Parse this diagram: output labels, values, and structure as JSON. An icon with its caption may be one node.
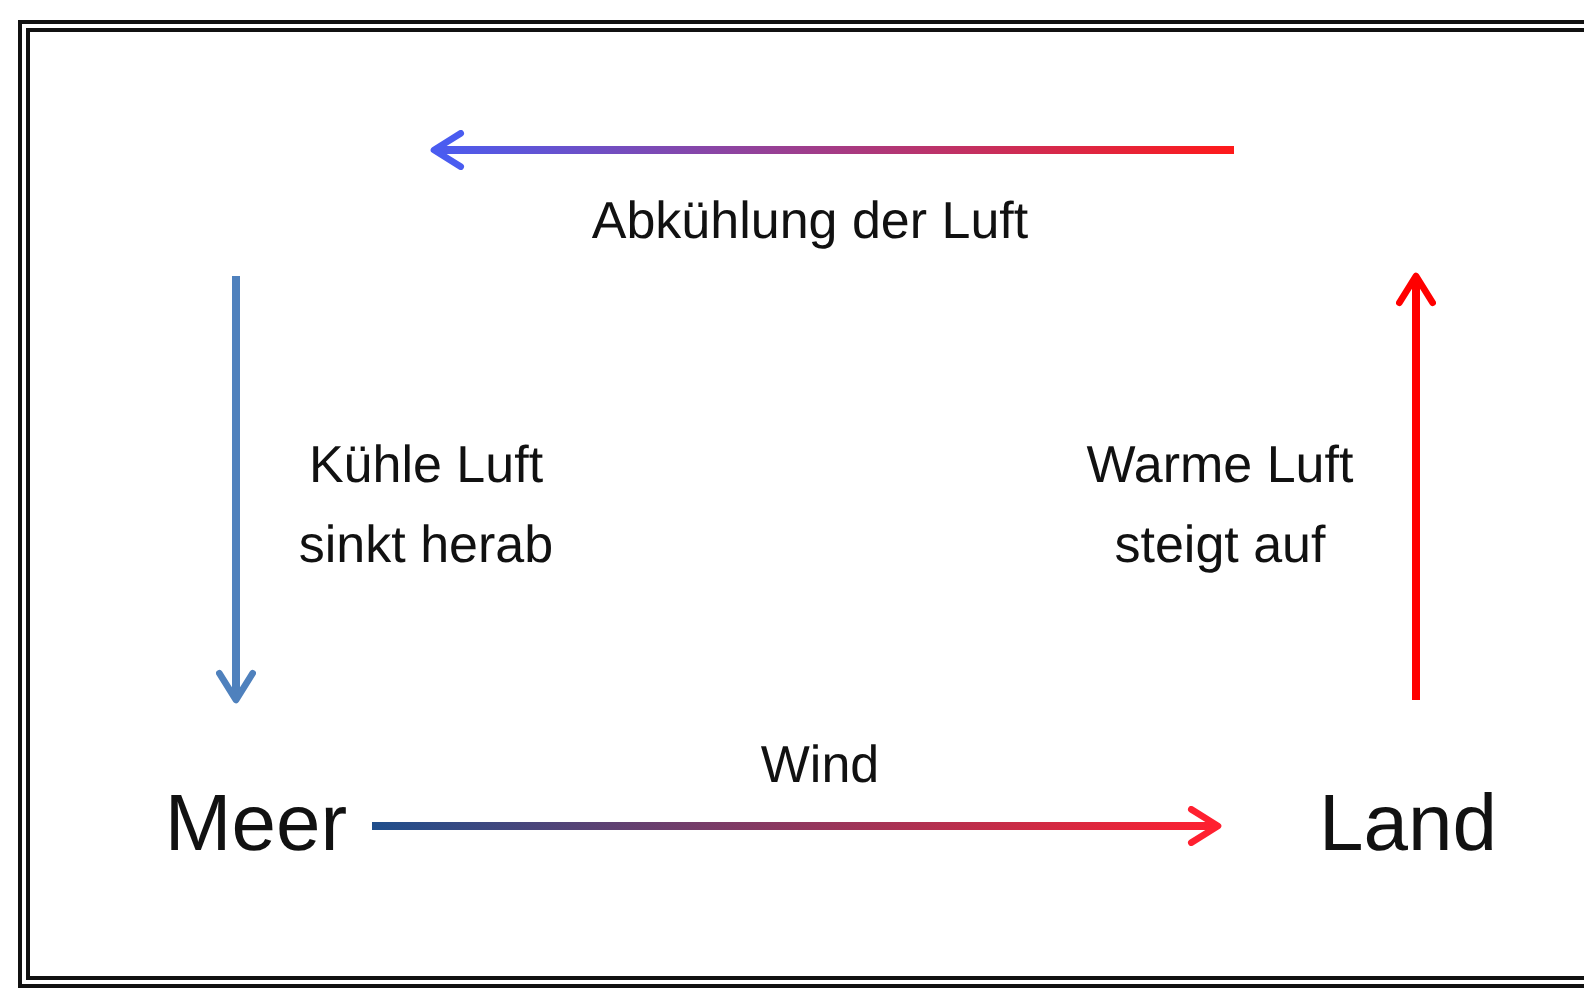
{
  "diagram": {
    "nodes": [
      {
        "text": [
          "Meer"
        ]
      },
      {
        "text": [
          "Land"
        ]
      }
    ],
    "edges": [
      {
        "from": 0,
        "to": 1,
        "arrow": "to",
        "label": "Wind"
      },
      {
        "from": 1,
        "to": null,
        "arrow": "to",
        "label": "Warme Luft steigt auf",
        "color": "#ff0000"
      },
      {
        "from": null,
        "to": 0,
        "arrow": "to",
        "label": "Kühle Luft sinkt herab",
        "color": "#4f81bd"
      }
    ],
    "labels": [
      "Abkühlung der Luft"
    ]
  }
}
